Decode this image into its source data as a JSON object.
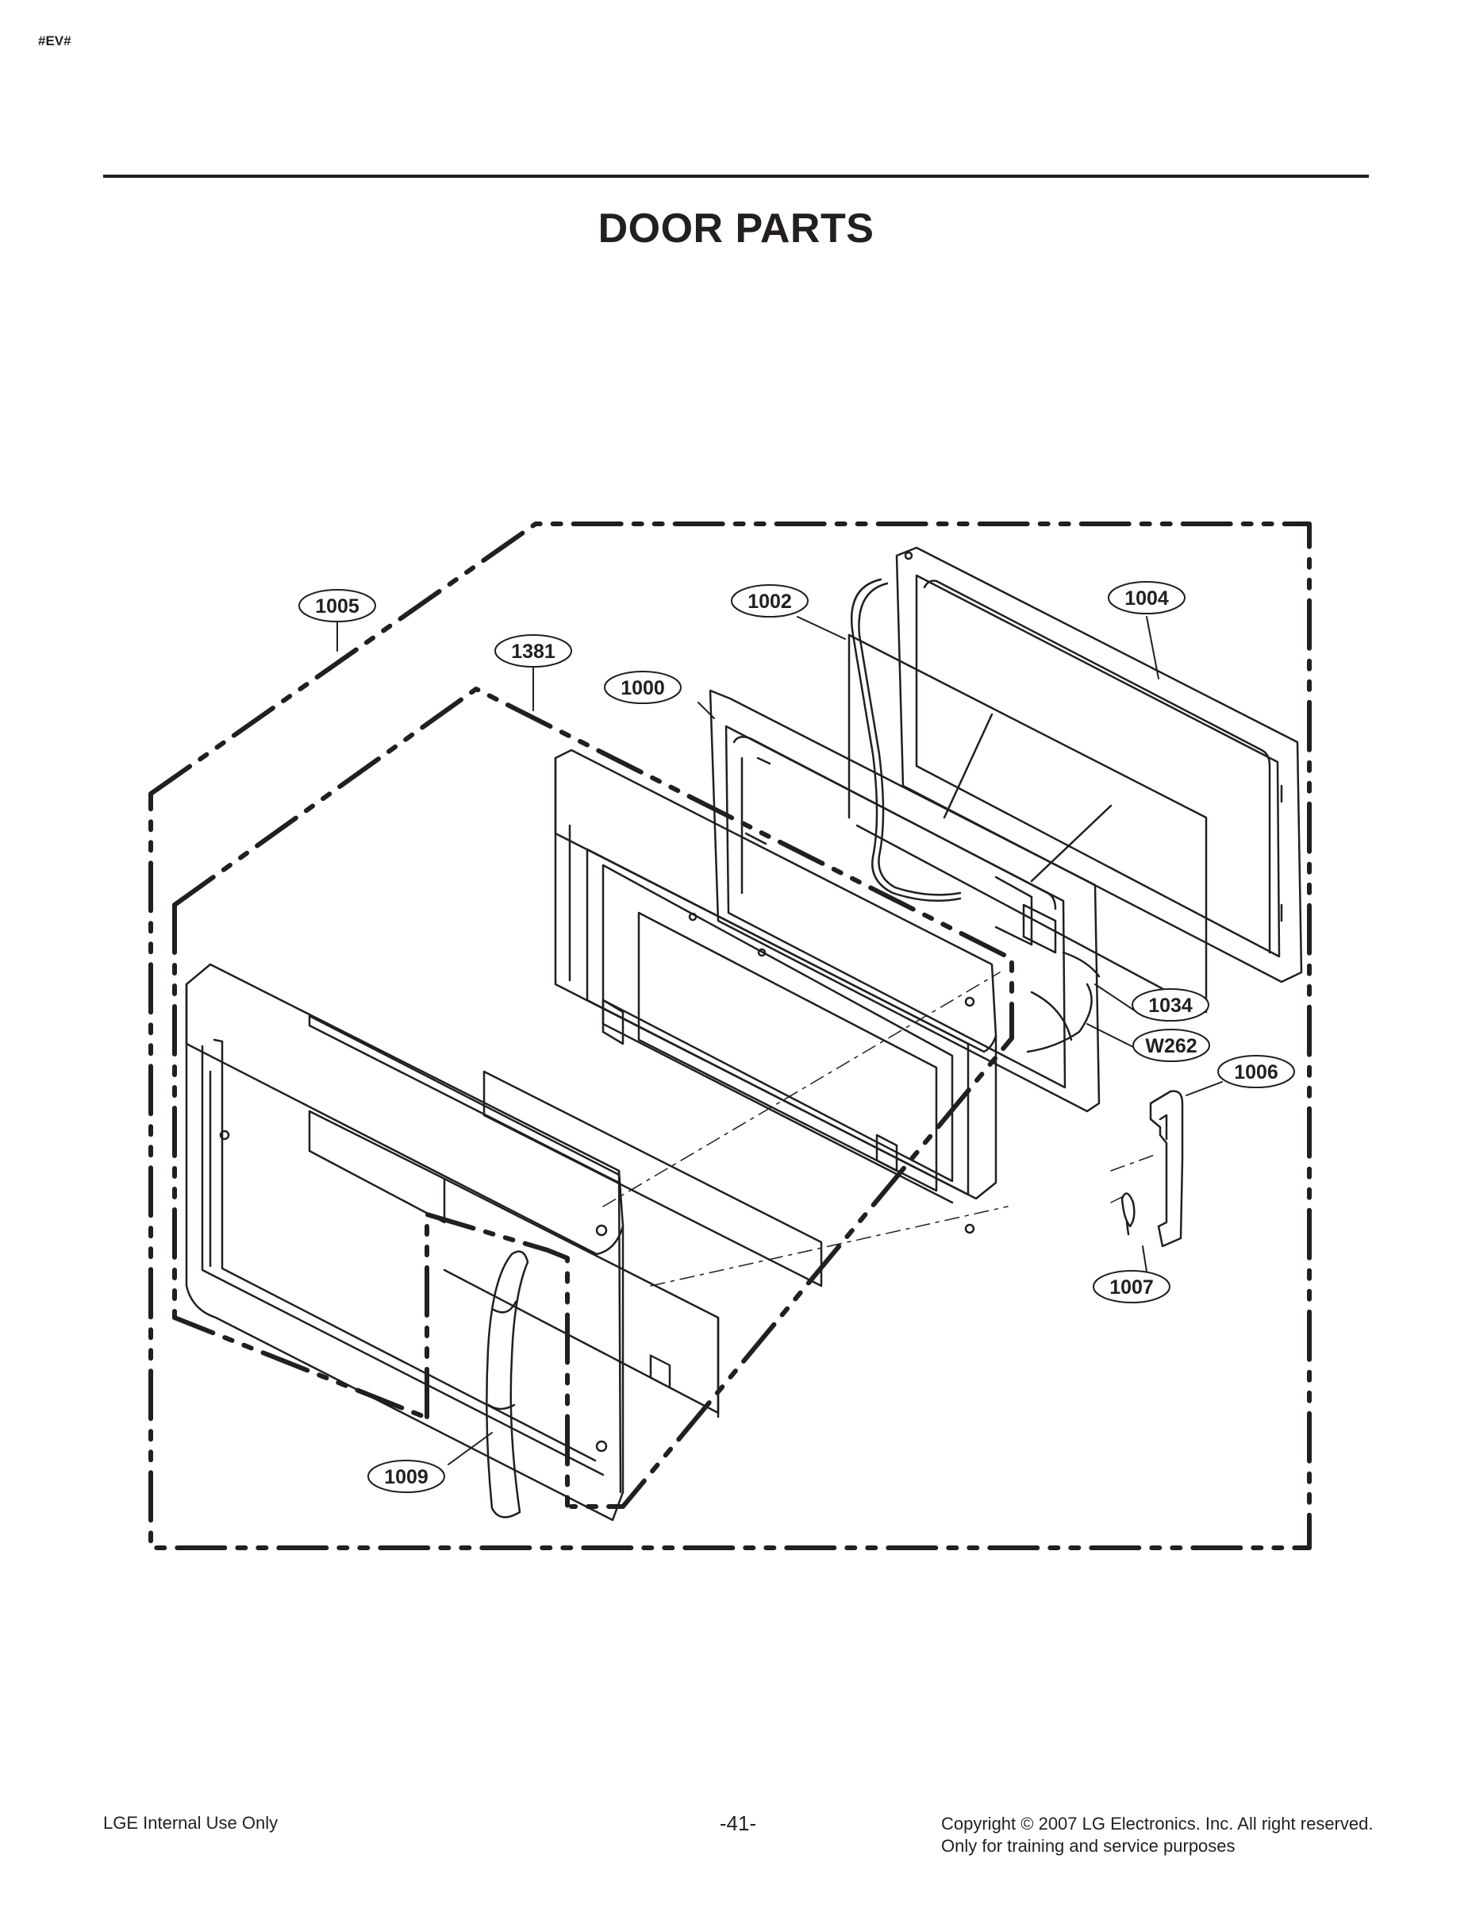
{
  "header": {
    "corner_tag": "#EV#",
    "title": "DOOR PARTS"
  },
  "diagram": {
    "callouts": [
      {
        "id": "1005",
        "label": "1005"
      },
      {
        "id": "1381",
        "label": "1381"
      },
      {
        "id": "1000",
        "label": "1000"
      },
      {
        "id": "1002",
        "label": "1002"
      },
      {
        "id": "1004",
        "label": "1004"
      },
      {
        "id": "1034",
        "label": "1034"
      },
      {
        "id": "W262",
        "label": "W262"
      },
      {
        "id": "1006",
        "label": "1006"
      },
      {
        "id": "1007",
        "label": "1007"
      },
      {
        "id": "1009",
        "label": "1009"
      }
    ]
  },
  "footer": {
    "left": "LGE Internal Use Only",
    "page": "-41-",
    "copyright": "Copyright © 2007 LG Electronics. Inc. All right reserved.",
    "note": "Only for training and service purposes"
  }
}
